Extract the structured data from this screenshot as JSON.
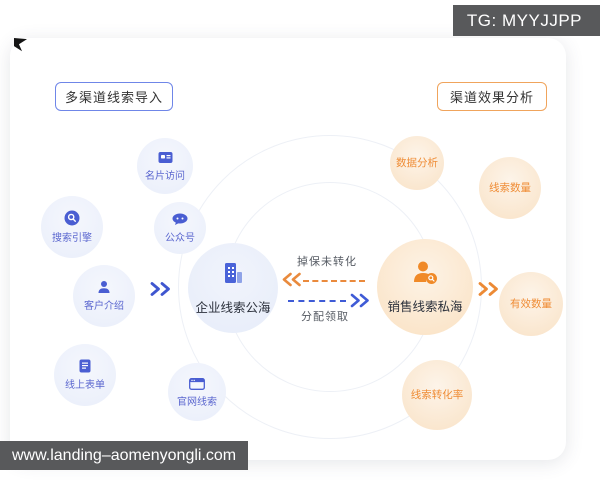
{
  "badge": {
    "text": "TG: MYYJJPP"
  },
  "watermark": {
    "text": "www.landing–aomenyongli.com"
  },
  "tags": {
    "left": "多渠道线索导入",
    "right": "渠道效果分析"
  },
  "sources": [
    {
      "label": "名片访问",
      "icon": "card-icon"
    },
    {
      "label": "搜索引擎",
      "icon": "search-icon"
    },
    {
      "label": "公众号",
      "icon": "chat-bubble-icon"
    },
    {
      "label": "客户介绍",
      "icon": "person-icon"
    },
    {
      "label": "线上表单",
      "icon": "form-icon"
    },
    {
      "label": "官网线索",
      "icon": "browser-icon"
    }
  ],
  "pools": {
    "public": {
      "label": "企业线索公海",
      "icon": "building-icon"
    },
    "private": {
      "label": "销售线索私海",
      "icon": "person-search-icon"
    }
  },
  "flows": {
    "backward": "掉保未转化",
    "forward": "分配领取"
  },
  "metrics": [
    {
      "label": "数据分析"
    },
    {
      "label": "线索数量"
    },
    {
      "label": "有效数量"
    },
    {
      "label": "线索转化率"
    }
  ],
  "colors": {
    "blue": "#4a5ed2",
    "blue_light": "#eef2fb",
    "orange": "#f08a28",
    "orange_light": "#fdeedd",
    "banner_bg": "#58595b",
    "text_dark": "#333333"
  }
}
